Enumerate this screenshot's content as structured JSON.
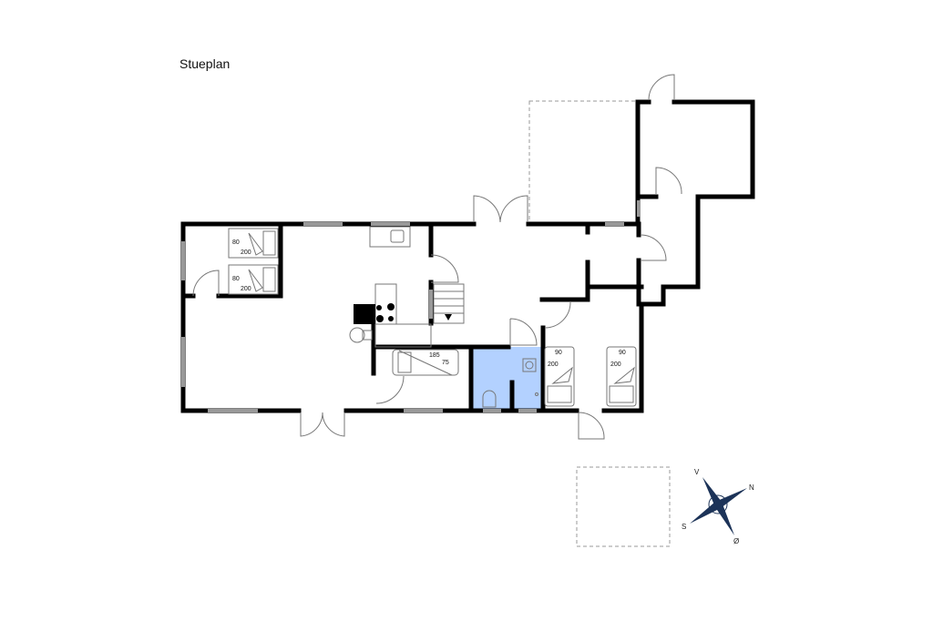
{
  "title": "Stueplan",
  "beds": [
    {
      "width": "80",
      "length": "200"
    },
    {
      "width": "80",
      "length": "200"
    },
    {
      "width": "185",
      "length": "75"
    },
    {
      "width": "90",
      "length": "200"
    },
    {
      "width": "90",
      "length": "200"
    }
  ],
  "compass": {
    "north": "N",
    "west": "V",
    "south": "S",
    "east": "Ø"
  },
  "colors": {
    "bathroom": "#b3d1ff",
    "wall": "#000000",
    "compass": "#1c3358"
  }
}
